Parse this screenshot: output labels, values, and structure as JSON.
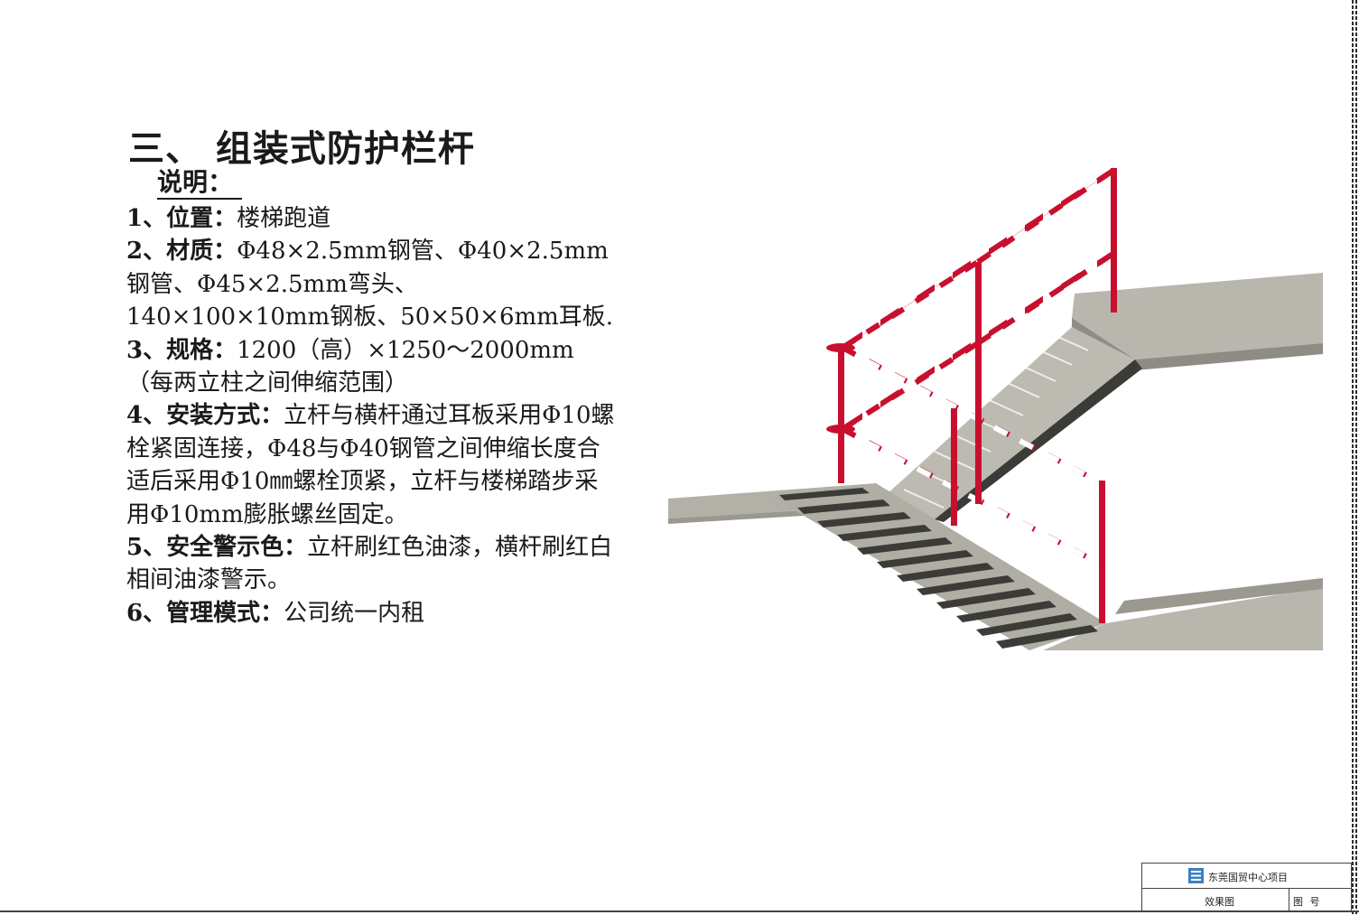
{
  "doc": {
    "title": "三、 组装式防护栏杆",
    "subtitle": "说明：",
    "items": [
      {
        "label": "1、位置：",
        "text": "楼梯跑道"
      },
      {
        "label": "2、材质：",
        "text": "Φ48×2.5mm钢管、Φ40×2.5mm钢管、Φ45×2.5mm弯头、140×100×10mm钢板、50×50×6mm耳板."
      },
      {
        "label": "3、规格：",
        "text": "1200（高）×1250～2000mm（每两立柱之间伸缩范围）"
      },
      {
        "label": "4、安装方式：",
        "text": "立杆与横杆通过耳板采用Φ10螺栓紧固连接，Φ48与Φ40钢管之间伸缩长度合适后采用Φ10㎜螺栓顶紧，立杆与楼梯踏步采用Φ10mm膨胀螺丝固定。"
      },
      {
        "label": "5、安全警示色：",
        "text": "立杆刷红色油漆，横杆刷红白相间油漆警示。"
      },
      {
        "label": "6、管理模式：",
        "text": "公司统一内租"
      }
    ]
  },
  "titleblock": {
    "project": "东莞国贸中心项目",
    "drawing_label": "效果图",
    "number_label": "图 号"
  },
  "colors": {
    "railing_red": "#c8102e",
    "concrete": "#b3b1a7",
    "concrete_dark": "#3b3b38",
    "logo_blue": "#3f7fc4"
  }
}
